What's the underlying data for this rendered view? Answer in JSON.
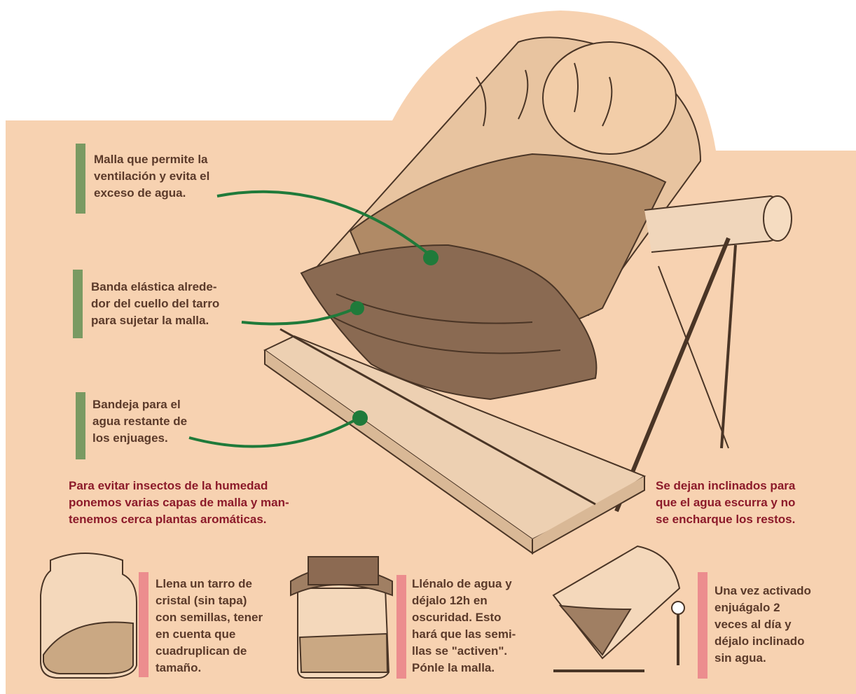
{
  "colors": {
    "background": "#f7d2b1",
    "leader_green": "#1f7a3a",
    "bar_green": "#7a9a62",
    "bar_pink": "#ec8d8e",
    "text_dark": "#5b3a2a",
    "text_red": "#8c1a2a",
    "ink": "#4a3526"
  },
  "callouts": {
    "mesh": "Malla que permite la\nventilación y evita el\nexceso de agua.",
    "band": "Banda elástica alrede-\ndor del cuello del tarro\npara sujetar la malla.",
    "tray": "Bandeja para el\nagua restante de\nlos enjuages."
  },
  "notes": {
    "insects": "Para evitar insectos de la humedad\nponemos varias capas de malla y man-\ntenemos cerca plantas aromáticas.",
    "tilt": "Se dejan inclinados para\nque el agua escurra y no\nse encharque los restos."
  },
  "steps": [
    "Llena un tarro de\ncristal (sin tapa)\ncon semillas, tener\nen cuenta que\ncuadruplican de\ntamaño.",
    "Llénalo  de agua y\ndéjalo 12h en\noscuridad. Esto\nhará que las semi-\nllas se \"activen\".\nPónle la malla.",
    "Una vez activado\nenjuágalo 2\nveces al día y\ndéjalo inclinado\nsin agua."
  ]
}
